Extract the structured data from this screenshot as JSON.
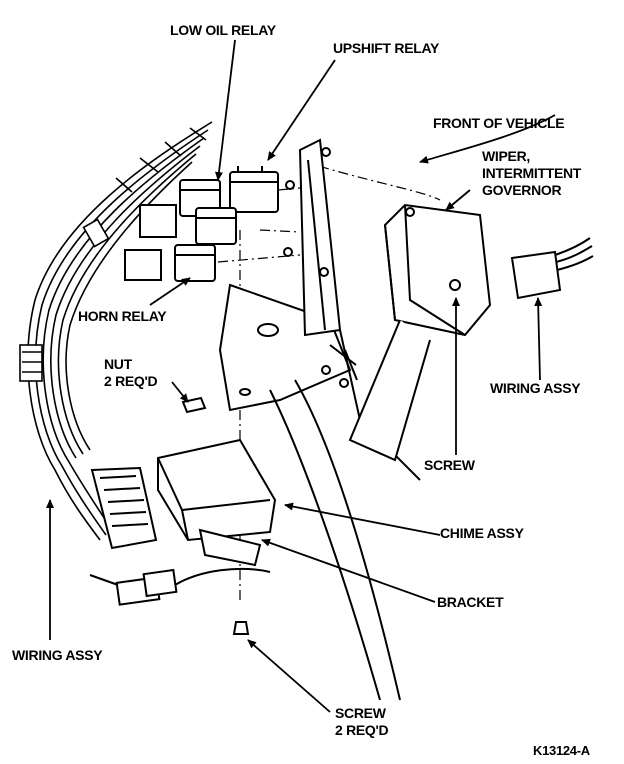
{
  "labels": {
    "low_oil_relay": "LOW OIL RELAY",
    "upshift_relay": "UPSHIFT RELAY",
    "front_of_vehicle": "FRONT OF VEHICLE",
    "wiper_line1": "WIPER,",
    "wiper_line2": "INTERMITTENT",
    "wiper_line3": "GOVERNOR",
    "horn_relay": "HORN RELAY",
    "nut_line1": "NUT",
    "nut_line2": "2 REQ'D",
    "wiring_assy_right": "WIRING ASSY",
    "screw_right": "SCREW",
    "chime_assy": "CHIME ASSY",
    "bracket": "BRACKET",
    "wiring_assy_left": "WIRING ASSY",
    "screw_bottom_line1": "SCREW",
    "screw_bottom_line2": "2 REQ'D",
    "figure_code": "K13124-A"
  },
  "colors": {
    "ink": "#000000",
    "paper": "#ffffff"
  }
}
